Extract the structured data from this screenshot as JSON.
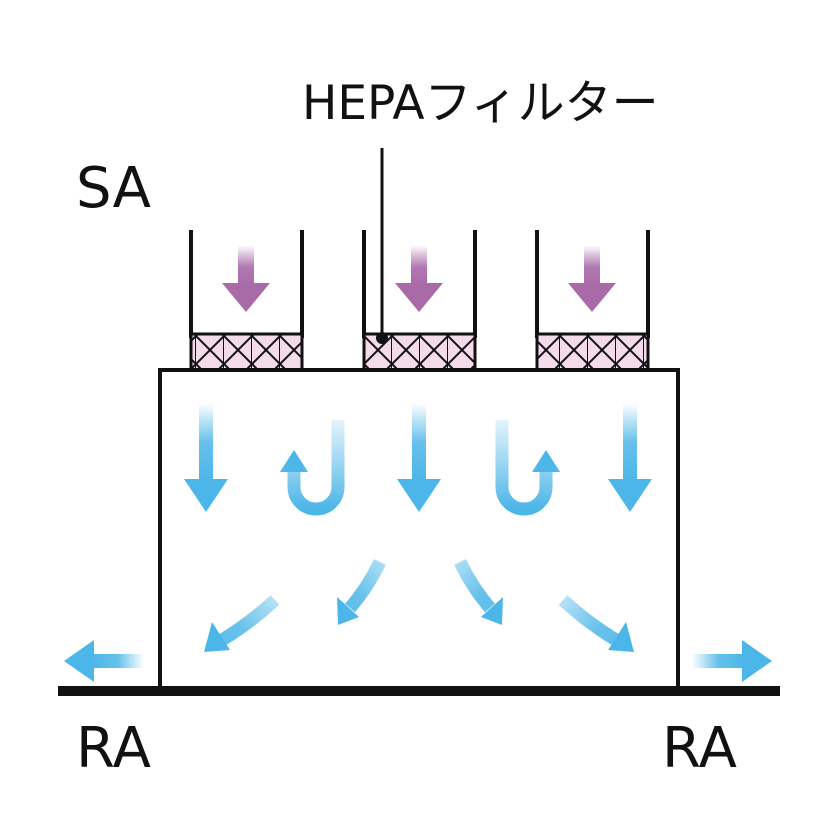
{
  "labels": {
    "filter": "HEPAフィルター",
    "supply_air": "SA",
    "return_air_left": "RA",
    "return_air_right": "RA"
  },
  "colors": {
    "line": "#111111",
    "filter_fill": "#f4dbea",
    "supply_arrow": "#a96aa8",
    "room_arrow": "#4cb6e8"
  },
  "icons": {
    "supply_arrow": "down-arrow-icon",
    "room_flow": "curved-arrow-icon",
    "filter": "hepa-filter-icon"
  }
}
